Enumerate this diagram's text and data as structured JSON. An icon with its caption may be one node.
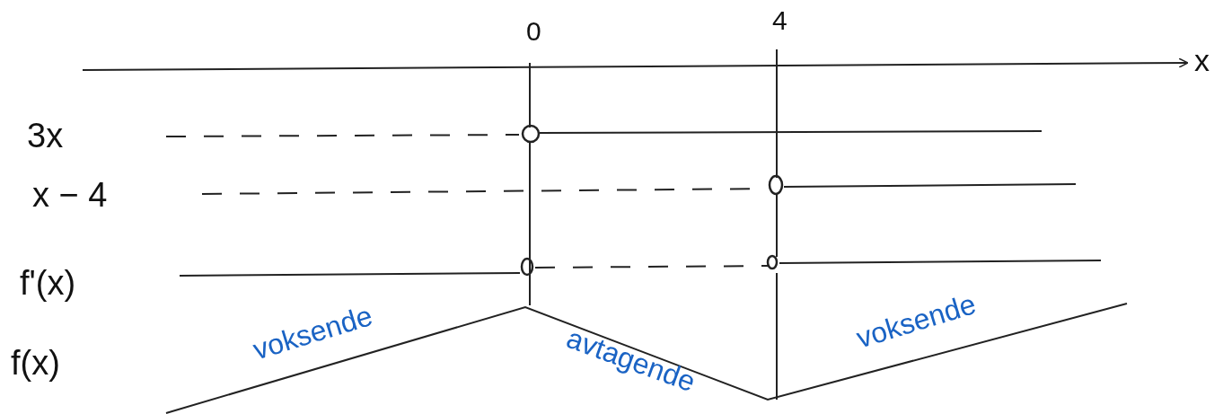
{
  "diagram": {
    "labels": [
      "0",
      "4",
      "x",
      "3x",
      "x − 4",
      "f'(x)",
      "f(x)",
      "voksende",
      "avtagende",
      "voksende"
    ]
  }
}
